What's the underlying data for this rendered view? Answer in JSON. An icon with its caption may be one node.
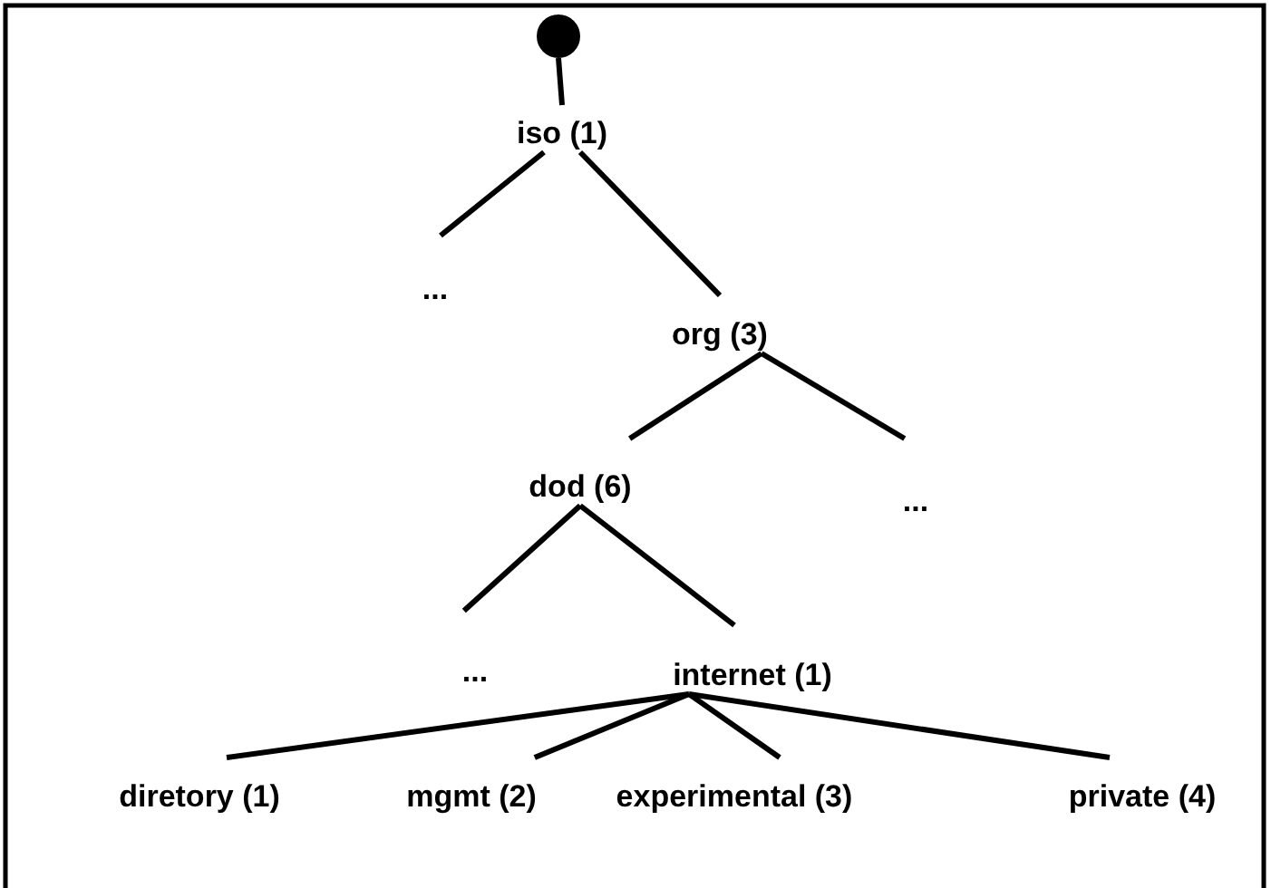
{
  "diagram": {
    "nodes": [
      {
        "text": [],
        "shape": "circle"
      },
      {
        "text": [
          "iso (1)"
        ]
      },
      {
        "text": [
          "..."
        ]
      },
      {
        "text": [
          "org (3)"
        ]
      },
      {
        "text": [
          "dod (6)"
        ]
      },
      {
        "text": [
          "..."
        ]
      },
      {
        "text": [
          "..."
        ]
      },
      {
        "text": [
          "internet (1)"
        ]
      },
      {
        "text": [
          "diretory (1)"
        ]
      },
      {
        "text": [
          "mgmt (2)"
        ]
      },
      {
        "text": [
          "experimental (3)"
        ]
      },
      {
        "text": [
          "private (4)"
        ]
      }
    ],
    "edges": [
      {
        "from": 0,
        "to": 1,
        "arrow": "none"
      },
      {
        "from": 1,
        "to": 2,
        "arrow": "none"
      },
      {
        "from": 1,
        "to": 3,
        "arrow": "none"
      },
      {
        "from": 3,
        "to": 4,
        "arrow": "none"
      },
      {
        "from": 3,
        "to": 5,
        "arrow": "none"
      },
      {
        "from": 4,
        "to": 6,
        "arrow": "none"
      },
      {
        "from": 4,
        "to": 7,
        "arrow": "none"
      },
      {
        "from": 7,
        "to": 8,
        "arrow": "none"
      },
      {
        "from": 7,
        "to": 9,
        "arrow": "none"
      },
      {
        "from": 7,
        "to": 10,
        "arrow": "none"
      },
      {
        "from": 7,
        "to": 11,
        "arrow": "none"
      }
    ]
  }
}
